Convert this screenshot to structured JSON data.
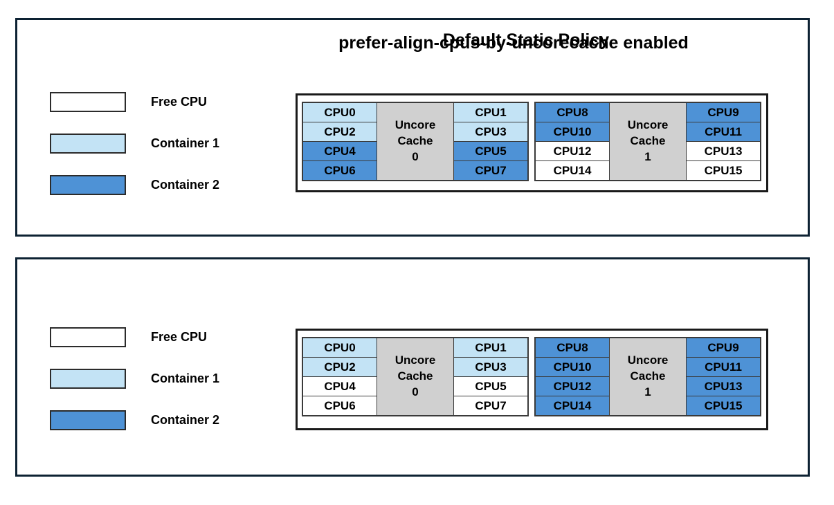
{
  "colors": {
    "free_cpu": "#ffffff",
    "container_1": "#c3e3f5",
    "container_2": "#4e92d6",
    "uncore_cache": "#d0d0d0",
    "panel_border": "#0d2233",
    "grid_border": "#1a1a1a",
    "cell_border": "#3a3a3a",
    "text": "#000000",
    "background": "#ffffff"
  },
  "legend": {
    "items": [
      {
        "label": "Free CPU",
        "fill": "free"
      },
      {
        "label": "Container 1",
        "fill": "c1"
      },
      {
        "label": "Container 2",
        "fill": "c2"
      }
    ]
  },
  "panels": [
    {
      "id": "default-static-policy",
      "title": "Default Static Policy",
      "sockets": [
        {
          "cache_label_line1": "Uncore",
          "cache_label_line2": "Cache",
          "cache_label_line3": "0",
          "left_column": [
            {
              "label": "CPU0",
              "fill": "c1"
            },
            {
              "label": "CPU2",
              "fill": "c1"
            },
            {
              "label": "CPU4",
              "fill": "c2"
            },
            {
              "label": "CPU6",
              "fill": "c2"
            }
          ],
          "right_column": [
            {
              "label": "CPU1",
              "fill": "c1"
            },
            {
              "label": "CPU3",
              "fill": "c1"
            },
            {
              "label": "CPU5",
              "fill": "c2"
            },
            {
              "label": "CPU7",
              "fill": "c2"
            }
          ]
        },
        {
          "cache_label_line1": "Uncore",
          "cache_label_line2": "Cache",
          "cache_label_line3": "1",
          "left_column": [
            {
              "label": "CPU8",
              "fill": "c2"
            },
            {
              "label": "CPU10",
              "fill": "c2"
            },
            {
              "label": "CPU12",
              "fill": "free"
            },
            {
              "label": "CPU14",
              "fill": "free"
            }
          ],
          "right_column": [
            {
              "label": "CPU9",
              "fill": "c2"
            },
            {
              "label": "CPU11",
              "fill": "c2"
            },
            {
              "label": "CPU13",
              "fill": "free"
            },
            {
              "label": "CPU15",
              "fill": "free"
            }
          ]
        }
      ]
    },
    {
      "id": "prefer-align-cpus-by-uncorecache-enabled",
      "title": "prefer-align-cpus-by-uncorecache enabled",
      "sockets": [
        {
          "cache_label_line1": "Uncore",
          "cache_label_line2": "Cache",
          "cache_label_line3": "0",
          "left_column": [
            {
              "label": "CPU0",
              "fill": "c1"
            },
            {
              "label": "CPU2",
              "fill": "c1"
            },
            {
              "label": "CPU4",
              "fill": "free"
            },
            {
              "label": "CPU6",
              "fill": "free"
            }
          ],
          "right_column": [
            {
              "label": "CPU1",
              "fill": "c1"
            },
            {
              "label": "CPU3",
              "fill": "c1"
            },
            {
              "label": "CPU5",
              "fill": "free"
            },
            {
              "label": "CPU7",
              "fill": "free"
            }
          ]
        },
        {
          "cache_label_line1": "Uncore",
          "cache_label_line2": "Cache",
          "cache_label_line3": "1",
          "left_column": [
            {
              "label": "CPU8",
              "fill": "c2"
            },
            {
              "label": "CPU10",
              "fill": "c2"
            },
            {
              "label": "CPU12",
              "fill": "c2"
            },
            {
              "label": "CPU14",
              "fill": "c2"
            }
          ],
          "right_column": [
            {
              "label": "CPU9",
              "fill": "c2"
            },
            {
              "label": "CPU11",
              "fill": "c2"
            },
            {
              "label": "CPU13",
              "fill": "c2"
            },
            {
              "label": "CPU15",
              "fill": "c2"
            }
          ]
        }
      ]
    }
  ]
}
